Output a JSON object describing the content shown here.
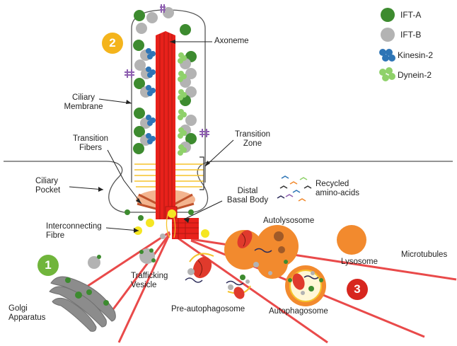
{
  "legend": [
    {
      "label": "IFT-A",
      "color": "#3d8b2f"
    },
    {
      "label": "IFT-B",
      "color": "#b3b3b3"
    },
    {
      "label": "Kinesin-2",
      "color": "#2e75b6"
    },
    {
      "label": "Dynein-2",
      "color": "#8fd16a"
    }
  ],
  "numbers": {
    "one": "1",
    "two": "2",
    "three": "3"
  },
  "labels": {
    "axoneme": "Axoneme",
    "ciliary_membrane_1": "Ciliary",
    "ciliary_membrane_2": "Membrane",
    "transition_fibers_1": "Transition",
    "transition_fibers_2": "Fibers",
    "transition_zone_1": "Transition",
    "transition_zone_2": "Zone",
    "ciliary_pocket_1": "Ciliary",
    "ciliary_pocket_2": "Pocket",
    "recycled_1": "Recycled",
    "recycled_2": "amino-acids",
    "distal_basal_body_1": "Distal",
    "distal_basal_body_2": "Basal Body",
    "interconnecting_1": "Interconnecting",
    "interconnecting_2": "Fibre",
    "autolysosome": "Autolysosome",
    "lysosome": "Lysosome",
    "microtubules": "Microtubules",
    "trafficking_1": "Trafficking",
    "trafficking_2": "Vesicle",
    "golgi_1": "Golgi",
    "golgi_2": "Apparatus",
    "pre_autophagosome": "Pre-autophagosome",
    "autophagosome": "Autophagosome"
  },
  "colors": {
    "axoneme_red": "#e8211b",
    "microtubule_red": "#e94a4a",
    "ift_a": "#3d8b2f",
    "ift_b": "#b3b3b3",
    "kinesin": "#2e75b6",
    "dynein": "#8fd16a",
    "orange": "#f28a2e",
    "yellow": "#f5e622",
    "badge_green": "#70b53b",
    "badge_yellow": "#f4b41c",
    "badge_red": "#d7261e"
  }
}
